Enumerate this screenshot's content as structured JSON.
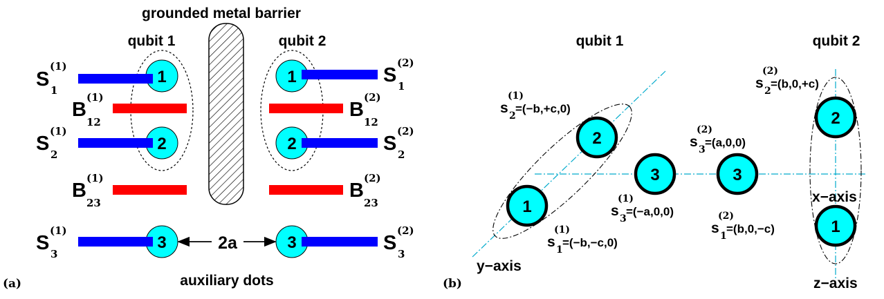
{
  "panel_a": {
    "panel_label": "(a)",
    "barrier_label": "grounded metal barrier",
    "qubit1_label": "qubit 1",
    "qubit2_label": "qubit 2",
    "aux_label": "auxiliary dots",
    "distance_label": "2a",
    "dot_numbers": [
      "1",
      "2",
      "3"
    ],
    "gate_letter_s": "S",
    "gate_letter_b": "B",
    "sup1": "(1)",
    "sup2": "(2)",
    "sub_s": [
      "1",
      "2",
      "3"
    ],
    "sub_b": [
      "12",
      "23"
    ],
    "colors": {
      "s_gate": "#0000ff",
      "b_gate": "#ff0000",
      "dot": "#00ffff"
    }
  },
  "panel_b": {
    "panel_label": "(b)",
    "qubit1_label": "qubit 1",
    "qubit2_label": "qubit 2",
    "x_axis": "x−axis",
    "y_axis": "y−axis",
    "z_axis": "z−axis",
    "s_letter": "s",
    "coords_q1": [
      "=(−b,−c,0)",
      "=(−b,+c,0)",
      "=(−a,0,0)"
    ],
    "coords_q2": [
      "=(b,0,−c)",
      "=(b,0,+c)",
      "=(a,0,0)"
    ],
    "colors": {
      "dot": "#00ffff",
      "axis": "#00aacc"
    }
  }
}
